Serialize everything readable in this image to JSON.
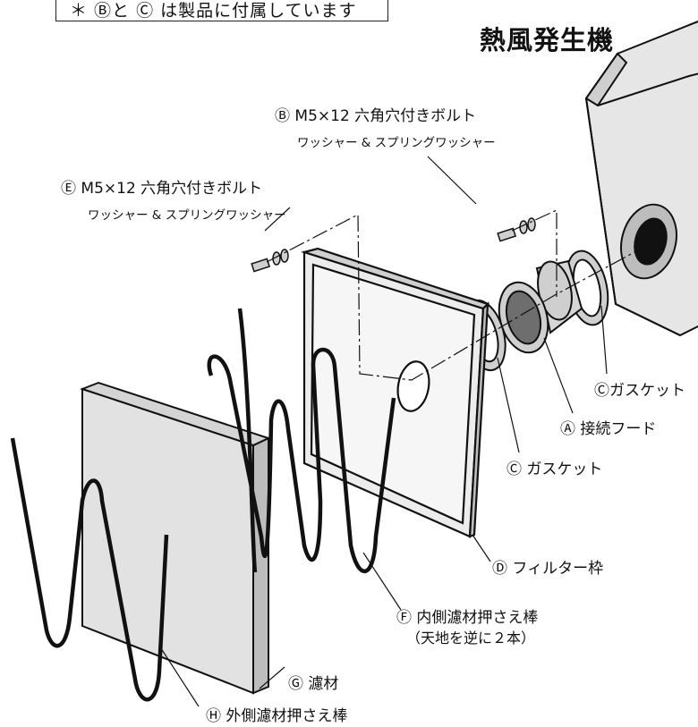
{
  "note": "＊ Ⓑと Ⓒ は製品に付属しています",
  "title": "熱風発生機",
  "parts": {
    "B": {
      "label": "Ⓑ M5×12 六角穴付きボルト",
      "sub": "ワッシャー & スプリングワッシャー"
    },
    "E": {
      "label": "Ⓔ M5×12 六角穴付きボルト",
      "sub": "ワッシャー & スプリングワッシャー"
    },
    "C_right": {
      "label": "Ⓒガスケット"
    },
    "A": {
      "label": "Ⓐ 接続フード"
    },
    "C_left": {
      "label": "Ⓒ ガスケット"
    },
    "D": {
      "label": "Ⓓ フィルター枠"
    },
    "F": {
      "label": "Ⓕ 内側濾材押さえ棒",
      "sub": "（天地を逆に２本）"
    },
    "G": {
      "label": "Ⓖ 濾材"
    },
    "H": {
      "label": "Ⓗ 外側濾材押さえ棒"
    }
  },
  "colors": {
    "line": "#111111",
    "part_fill": "#dcdcdc",
    "dark": "#1a1a1a",
    "frame_fill": "#ececec"
  }
}
